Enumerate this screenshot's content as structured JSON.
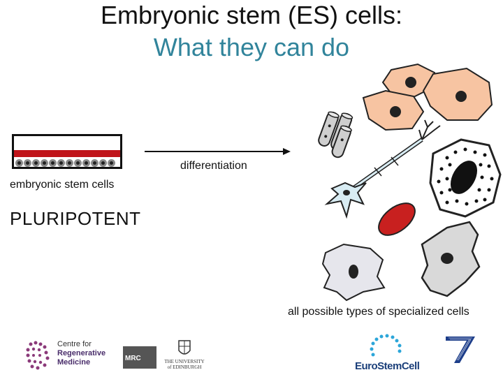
{
  "title": {
    "line1": "Embryonic stem (ES) cells:",
    "line2": "What they can do"
  },
  "labels": {
    "es_cells": "embryonic stem cells",
    "pluripotent": "PLURIPOTENT",
    "differentiation": "differentiation",
    "specialized": "all possible types of specialized cells"
  },
  "logos": {
    "crm_line1": "Centre for",
    "crm_line2": "Regenerative",
    "crm_line3": "Medicine",
    "mrc": "MRC",
    "uoe_line1": "THE UNIVERSITY",
    "uoe_line2": "of EDINBURGH",
    "eurostemcell": "EuroStemCell"
  },
  "colors": {
    "title_primary": "#111111",
    "title_accent": "#31849b",
    "culture_medium": "#c0141a",
    "red_blood_cell": "#c8201f",
    "skin_cell": "#f7c4a2",
    "neuron": "#d8ecf3"
  }
}
